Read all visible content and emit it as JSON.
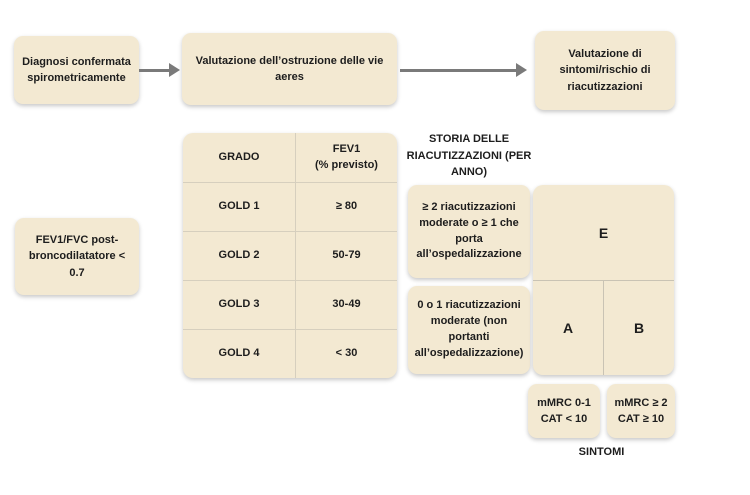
{
  "colors": {
    "box_fill": "#f3e9d2",
    "divider": "#d6cfbe",
    "arrow": "#7a7a7a",
    "text": "#1d1d1d",
    "background": "#ffffff"
  },
  "flowchart": {
    "step1_label": "Diagnosi confermata spirometricamente",
    "step2_label": "Valutazione dell’ostruzione delle vie aeres",
    "step3_label": "Valutazione di sintomi/rischio di riacutizzazioni"
  },
  "spirometry_criterion": {
    "label": "FEV1/FVC post-broncodilatatore < 0.7"
  },
  "gold_table": {
    "col1_header": "GRADO",
    "col2_header_line1": "FEV1",
    "col2_header_line2": "(% previsto)",
    "rows": [
      {
        "grade": "GOLD 1",
        "fev1": "≥ 80"
      },
      {
        "grade": "GOLD 2",
        "fev1": "50-79"
      },
      {
        "grade": "GOLD 3",
        "fev1": "30-49"
      },
      {
        "grade": "GOLD 4",
        "fev1": "< 30"
      }
    ]
  },
  "exacerbation_history": {
    "header": "STORIA DELLE RIACUTIZZAZIONI (PER ANNO)",
    "high_risk_label": "≥ 2 riacutizzazioni moderate o ≥ 1 che porta all’ospedalizzazione",
    "low_risk_label": "0 o 1 riacutizzazioni moderate (non portanti all’ospedalizzazione)"
  },
  "gold_groups": {
    "top": "E",
    "bottom_left": "A",
    "bottom_right": "B"
  },
  "symptoms": {
    "low_line1": "mMRC 0-1",
    "low_line2": "CAT < 10",
    "high_line1": "mMRC ≥ 2",
    "high_line2": "CAT ≥ 10",
    "axis_label": "SINTOMI"
  }
}
